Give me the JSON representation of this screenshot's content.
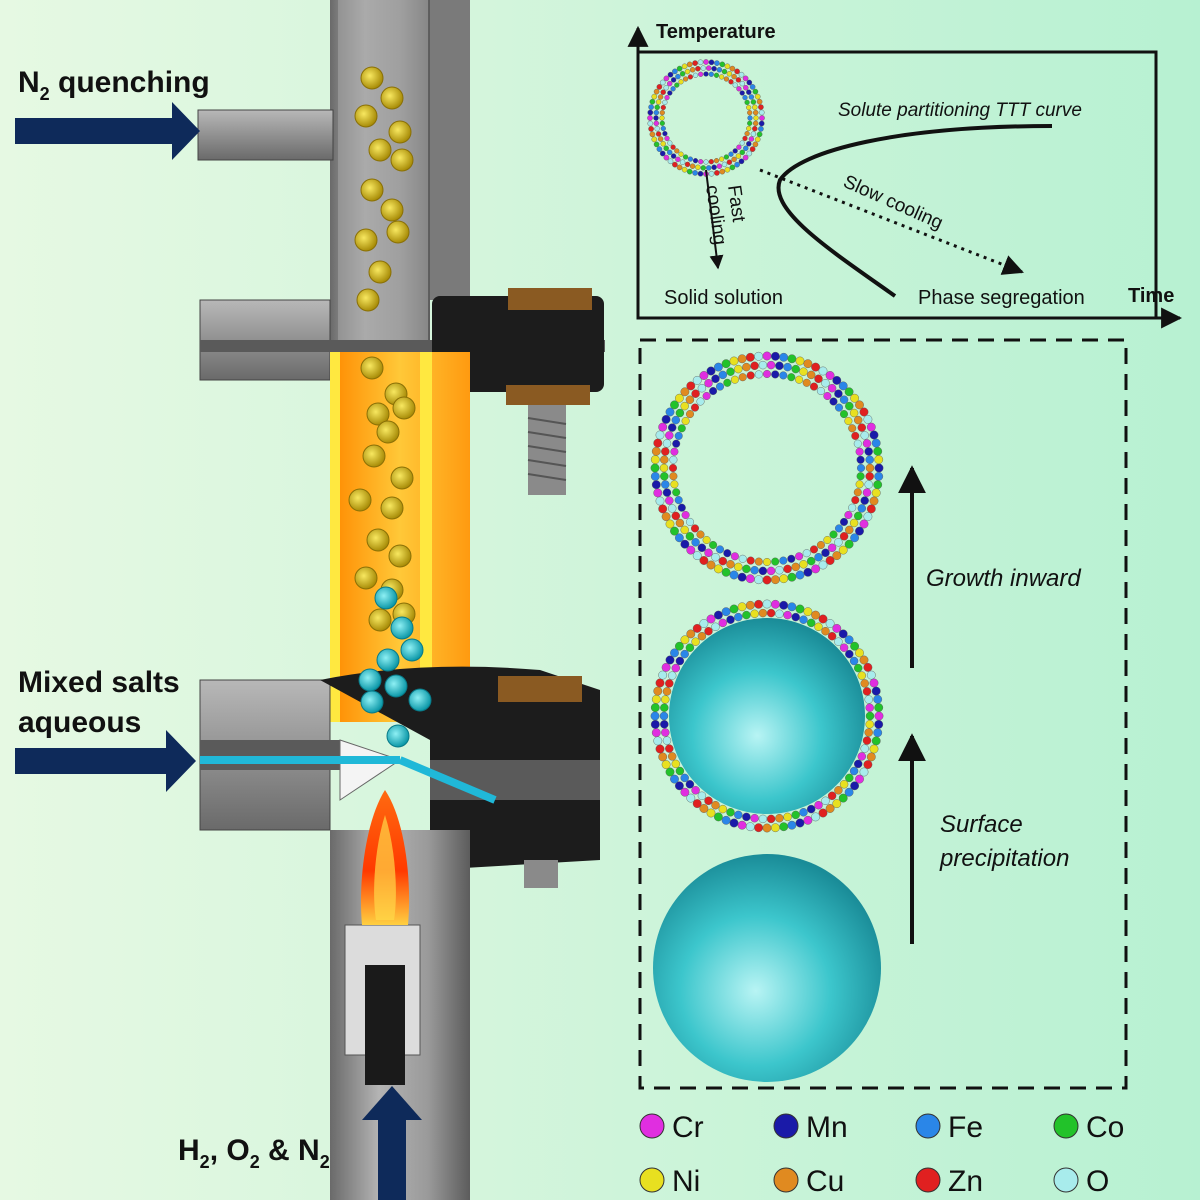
{
  "reactor": {
    "quench_label": "N",
    "quench_sub": "2",
    "quench_rest": " quenching",
    "salts_line1": "Mixed salts",
    "salts_line2": "aqueous",
    "gas_h": "H",
    "gas_h_sub": "2",
    "gas_o": ", O",
    "gas_o_sub": "2",
    "gas_n": " & N",
    "gas_n_sub": "2"
  },
  "ttt_plot": {
    "y_axis": "Temperature",
    "x_axis": "Time",
    "curve_label": "Solute partitioning TTT curve",
    "fast_cooling_1": "Fast",
    "fast_cooling_2": "cooling",
    "slow_cooling": "Slow cooling",
    "solid_solution": "Solid solution",
    "phase_segregation": "Phase segregation"
  },
  "mechanism": {
    "growth_inward": "Growth inward",
    "surface_1": "Surface",
    "surface_2": "precipitation"
  },
  "legend": [
    {
      "label": "Cr",
      "color": "#e02ee0"
    },
    {
      "label": "Mn",
      "color": "#1a1aa8"
    },
    {
      "label": "Fe",
      "color": "#2a86e8"
    },
    {
      "label": "Co",
      "color": "#22c22a"
    },
    {
      "label": "Ni",
      "color": "#e8e020"
    },
    {
      "label": "Cu",
      "color": "#e08a20"
    },
    {
      "label": "Zn",
      "color": "#e02020"
    },
    {
      "label": "O",
      "color": "#a8ecec"
    }
  ],
  "colors": {
    "arrow_navy": "#0e2a5a",
    "tube_gray": "#8c8c8c",
    "hot_zone": "#ffb020",
    "np_gold": "#c8a810",
    "np_cyan": "#20b8c8"
  }
}
